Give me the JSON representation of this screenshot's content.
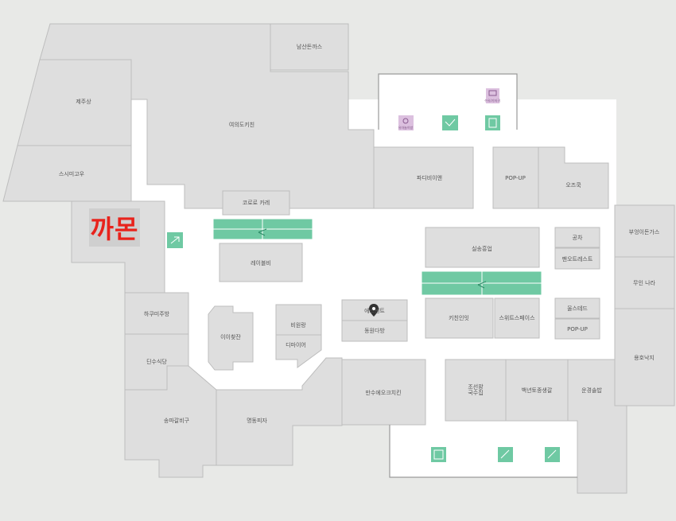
{
  "map": {
    "highlight": "까몬",
    "highlight_color": "#e8231c",
    "corridor_color": "#ffffff",
    "unit_color": "#dedede",
    "escalator_color": "#6fc9a3",
    "amenity_color": "#dcc0df",
    "amenity_labels": [
      "수유/기저귀",
      "유아놀이방"
    ],
    "stores": {
      "namsan": "남산돈까스",
      "jejusang": "제주상",
      "yeoeuido": "여의도키친",
      "sushi": "스시미고우",
      "korokarhi": "코로로 카레",
      "rebidden": "레이블비",
      "padi": "파디비이앤",
      "popup_top": "POP-UP",
      "ojeung": "오즈쿡",
      "gongcha": "공차",
      "pan": "팬오트레스트",
      "bujong": "부엉이돈가스",
      "muin": "무인 나라",
      "hamiru": "하쿠미주방",
      "dinsu": "딘수식당",
      "songpa": "송파갈비구",
      "dangdong": "명동피자",
      "isomin": "이이찾잔",
      "beiyang": "비원랑",
      "diema": "디마이어",
      "ethcent": "에스센트",
      "dongdong": "동원다방",
      "mansu": "만수에오크치킨",
      "sijung": "실송흥업",
      "kicin": "키친인잇",
      "sweets": "스위트스페이스",
      "joseon": "조선왕\n국수집",
      "baek": "백년토종생갈",
      "eungyeong": "운경솔밥",
      "ulsu": "울스테드",
      "popup_right": "POP-UP",
      "yongsu": "용호낙지"
    }
  }
}
